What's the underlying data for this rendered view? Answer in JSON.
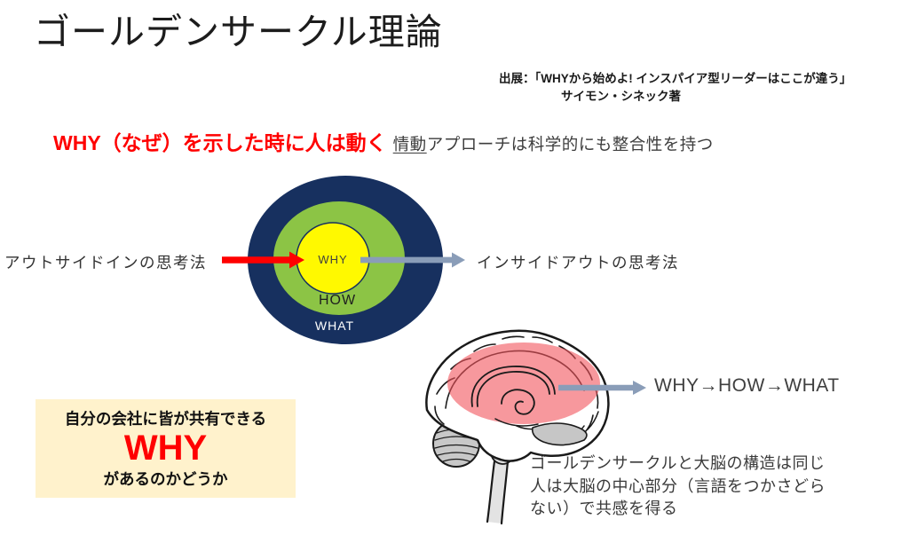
{
  "colors": {
    "navy": "#17305F",
    "green": "#8CC445",
    "yellow": "#FFF900",
    "red": "#FF0000",
    "arrow_gray": "#8A9DB8",
    "box_bg": "#FFF2CC",
    "brain_highlight": "#F2545B"
  },
  "slide": {
    "title": "ゴールデンサークル理論",
    "citation": {
      "line1": "出展：「WHYから始めよ! インスパイア型リーダーはここが違う」",
      "line2": "サイモン・シネック著"
    },
    "headline": {
      "main": "WHY（なぜ）を示した時に人は動く",
      "underlined": "情動",
      "rest": "アプローチは科学的にも整合性を持つ"
    },
    "golden_circle": {
      "inner": "WHY",
      "middle": "HOW",
      "outer": "WHAT",
      "left_label": "アウトサイドインの思考法",
      "right_label": "インサイドアウトの思考法"
    },
    "brain": {
      "flow_label": "WHY→HOW→WHAT",
      "caption": {
        "line1": "ゴールデンサークルと大脳の構造は同じ",
        "line2": "人は大脳の中心部分（言語をつかさどら",
        "line3": "ない）で共感を得る"
      }
    },
    "why_box": {
      "line1": "自分の会社に皆が共有できる",
      "big_text": "WHY",
      "line3": "があるのかどうか"
    }
  }
}
